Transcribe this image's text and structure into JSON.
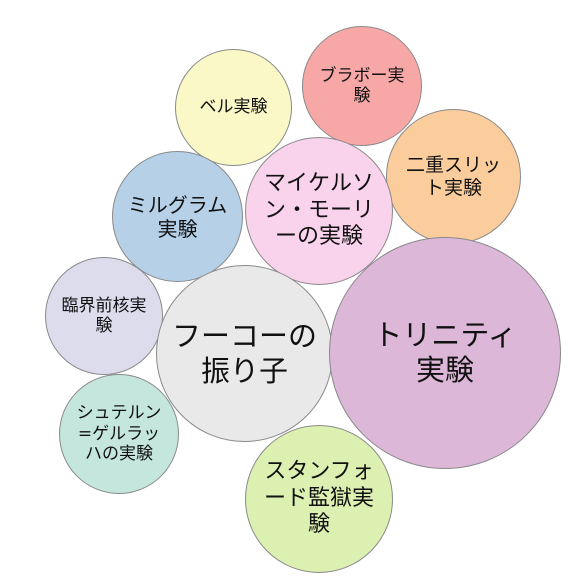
{
  "bubbles": {
    "bell": {
      "label": "ベル実験",
      "color": "#f9f8c6"
    },
    "braborg": {
      "label": "ブラボー実\n験",
      "color": "#f7a8a6"
    },
    "double": {
      "label": "二重スリッ\nト実験",
      "color": "#fbcd9c"
    },
    "milgram": {
      "label": "ミルグラム\n実験",
      "color": "#b5d0e7"
    },
    "michelson": {
      "label": "マイケルソ\nン・モーリ\nーの実験",
      "color": "#f9d2ec"
    },
    "critical": {
      "label": "臨界前核実\n験",
      "color": "#dddced"
    },
    "foucault": {
      "label": "フーコーの\n振り子",
      "color": "#e9e9e9"
    },
    "trinity": {
      "label": "トリニティ\n実験",
      "color": "#dcb7d8"
    },
    "stern": {
      "label": "シュテルン\n=ゲルラッ\nハの実験",
      "color": "#c4e6dc"
    },
    "stanford": {
      "label": "スタンフォ\nード監獄実\n験",
      "color": "#dcf0b1"
    }
  }
}
